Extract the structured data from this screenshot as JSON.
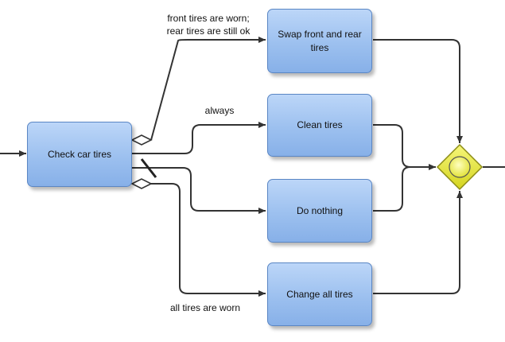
{
  "tasks": {
    "check": "Check car tires",
    "swap": "Swap front and rear tires",
    "clean": "Clean tires",
    "nothing": "Do nothing",
    "change": "Change all tires"
  },
  "conditions": {
    "front_worn": "front tires are worn;\nrear tires are still ok",
    "always": "always",
    "all_worn": "all tires are worn"
  },
  "colors": {
    "task_fill": "#9cc0ef",
    "task_border": "#5a86c4",
    "gateway_fill": "#e6e636",
    "line": "#333333"
  }
}
